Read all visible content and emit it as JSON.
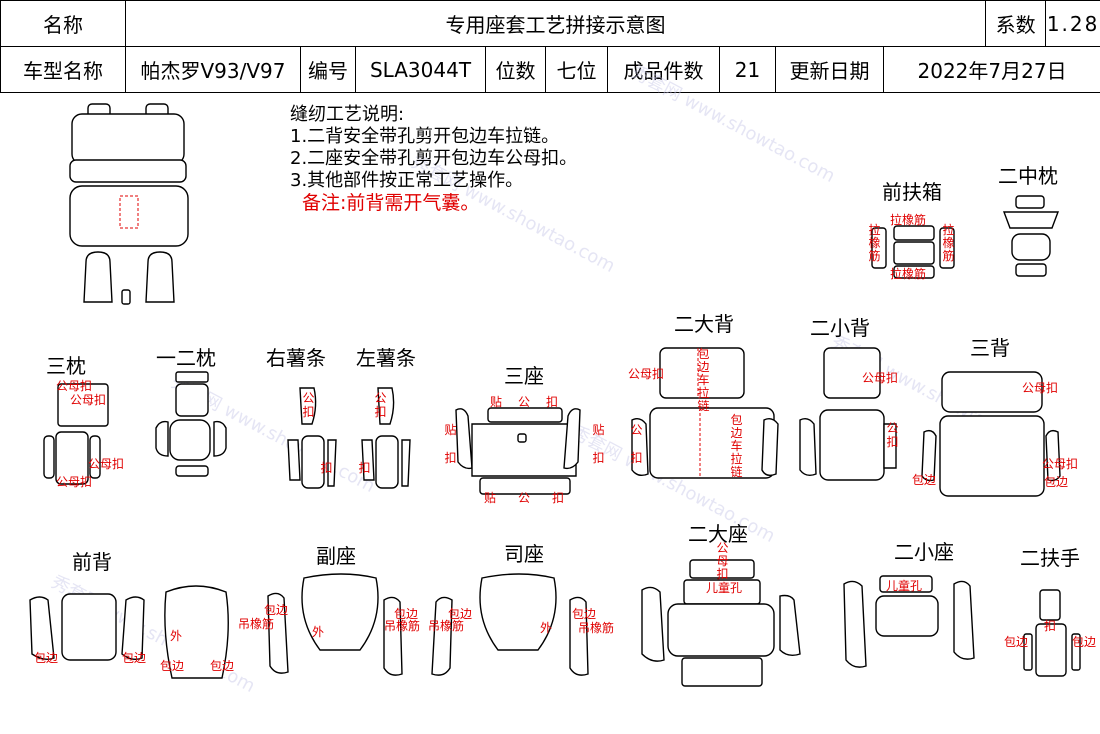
{
  "header": {
    "name_label": "名称",
    "doc_title": "专用座套工艺拼接示意图",
    "coef_label": "系数",
    "coef_value": "1.28",
    "model_label": "车型名称",
    "model_value": "帕杰罗V93/V97",
    "code_label": "编号",
    "code_value": "SLA3044T",
    "seats_label": "位数",
    "seats_value": "七位",
    "pieces_label": "成品件数",
    "pieces_value": "21",
    "date_label": "更新日期",
    "date_value": "2022年7月27日"
  },
  "notes": {
    "heading": "缝纫工艺说明:",
    "line1": "1.二背安全带孔剪开包边车拉链。",
    "line2": "2.二座安全带孔剪开包边车公母扣。",
    "line3": "3.其他部件按正常工艺操作。",
    "remark": "备注:前背需开气囊。"
  },
  "sections": {
    "front_armbox": "前扶箱",
    "second_mid_headrest": "二中枕",
    "third_headrest": "三枕",
    "first_second_headrest": "一二枕",
    "right_strip": "右薯条",
    "left_strip": "左薯条",
    "third_seat": "三座",
    "second_big_back": "二大背",
    "second_small_back": "二小背",
    "third_back": "三背",
    "front_back": "前背",
    "passenger_seat": "副座",
    "driver_seat": "司座",
    "second_big_seat": "二大座",
    "second_small_seat": "二小座",
    "second_armrest": "二扶手"
  },
  "labels": {
    "pull_elastic": "拉橡筋",
    "male_female_buckle": "公母扣",
    "buckle": "扣",
    "stick": "贴",
    "male": "公",
    "binding_zipper": "包边车拉链",
    "binding": "包边",
    "outer": "外",
    "hang_elastic": "吊橡筋",
    "child_seat_hole": "儿童孔"
  },
  "watermark": {
    "text": "秀套网 www.showtao.com"
  },
  "colors": {
    "annotation": "#e00000",
    "line": "#000000"
  }
}
